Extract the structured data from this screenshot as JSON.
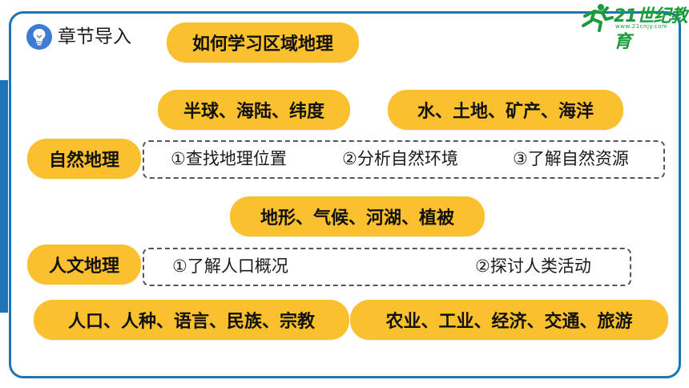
{
  "header": {
    "title": "章节导入",
    "icon": "lightbulb-icon"
  },
  "logo": {
    "brand": "21世纪教育",
    "url": "www.21cnjy.com",
    "color": "#1a9b3c"
  },
  "main_topic": "如何学习区域地理",
  "physical": {
    "label": "自然地理",
    "top_left": "半球、海陆、纬度",
    "top_right": "水、土地、矿产、海洋",
    "steps": [
      "①查找地理位置",
      "②分析自然环境",
      "③了解自然资源"
    ],
    "below": "地形、气候、河湖、植被"
  },
  "human": {
    "label": "人文地理",
    "steps": [
      "①了解人口概况",
      "②探讨人类活动"
    ],
    "bottom_left": "人口、人种、语言、民族、宗教",
    "bottom_right": "农业、工业、经济、交通、旅游"
  },
  "colors": {
    "accent": "#fbc02d",
    "frame": "#1f73b7",
    "bulb": "#3d7bd6"
  }
}
